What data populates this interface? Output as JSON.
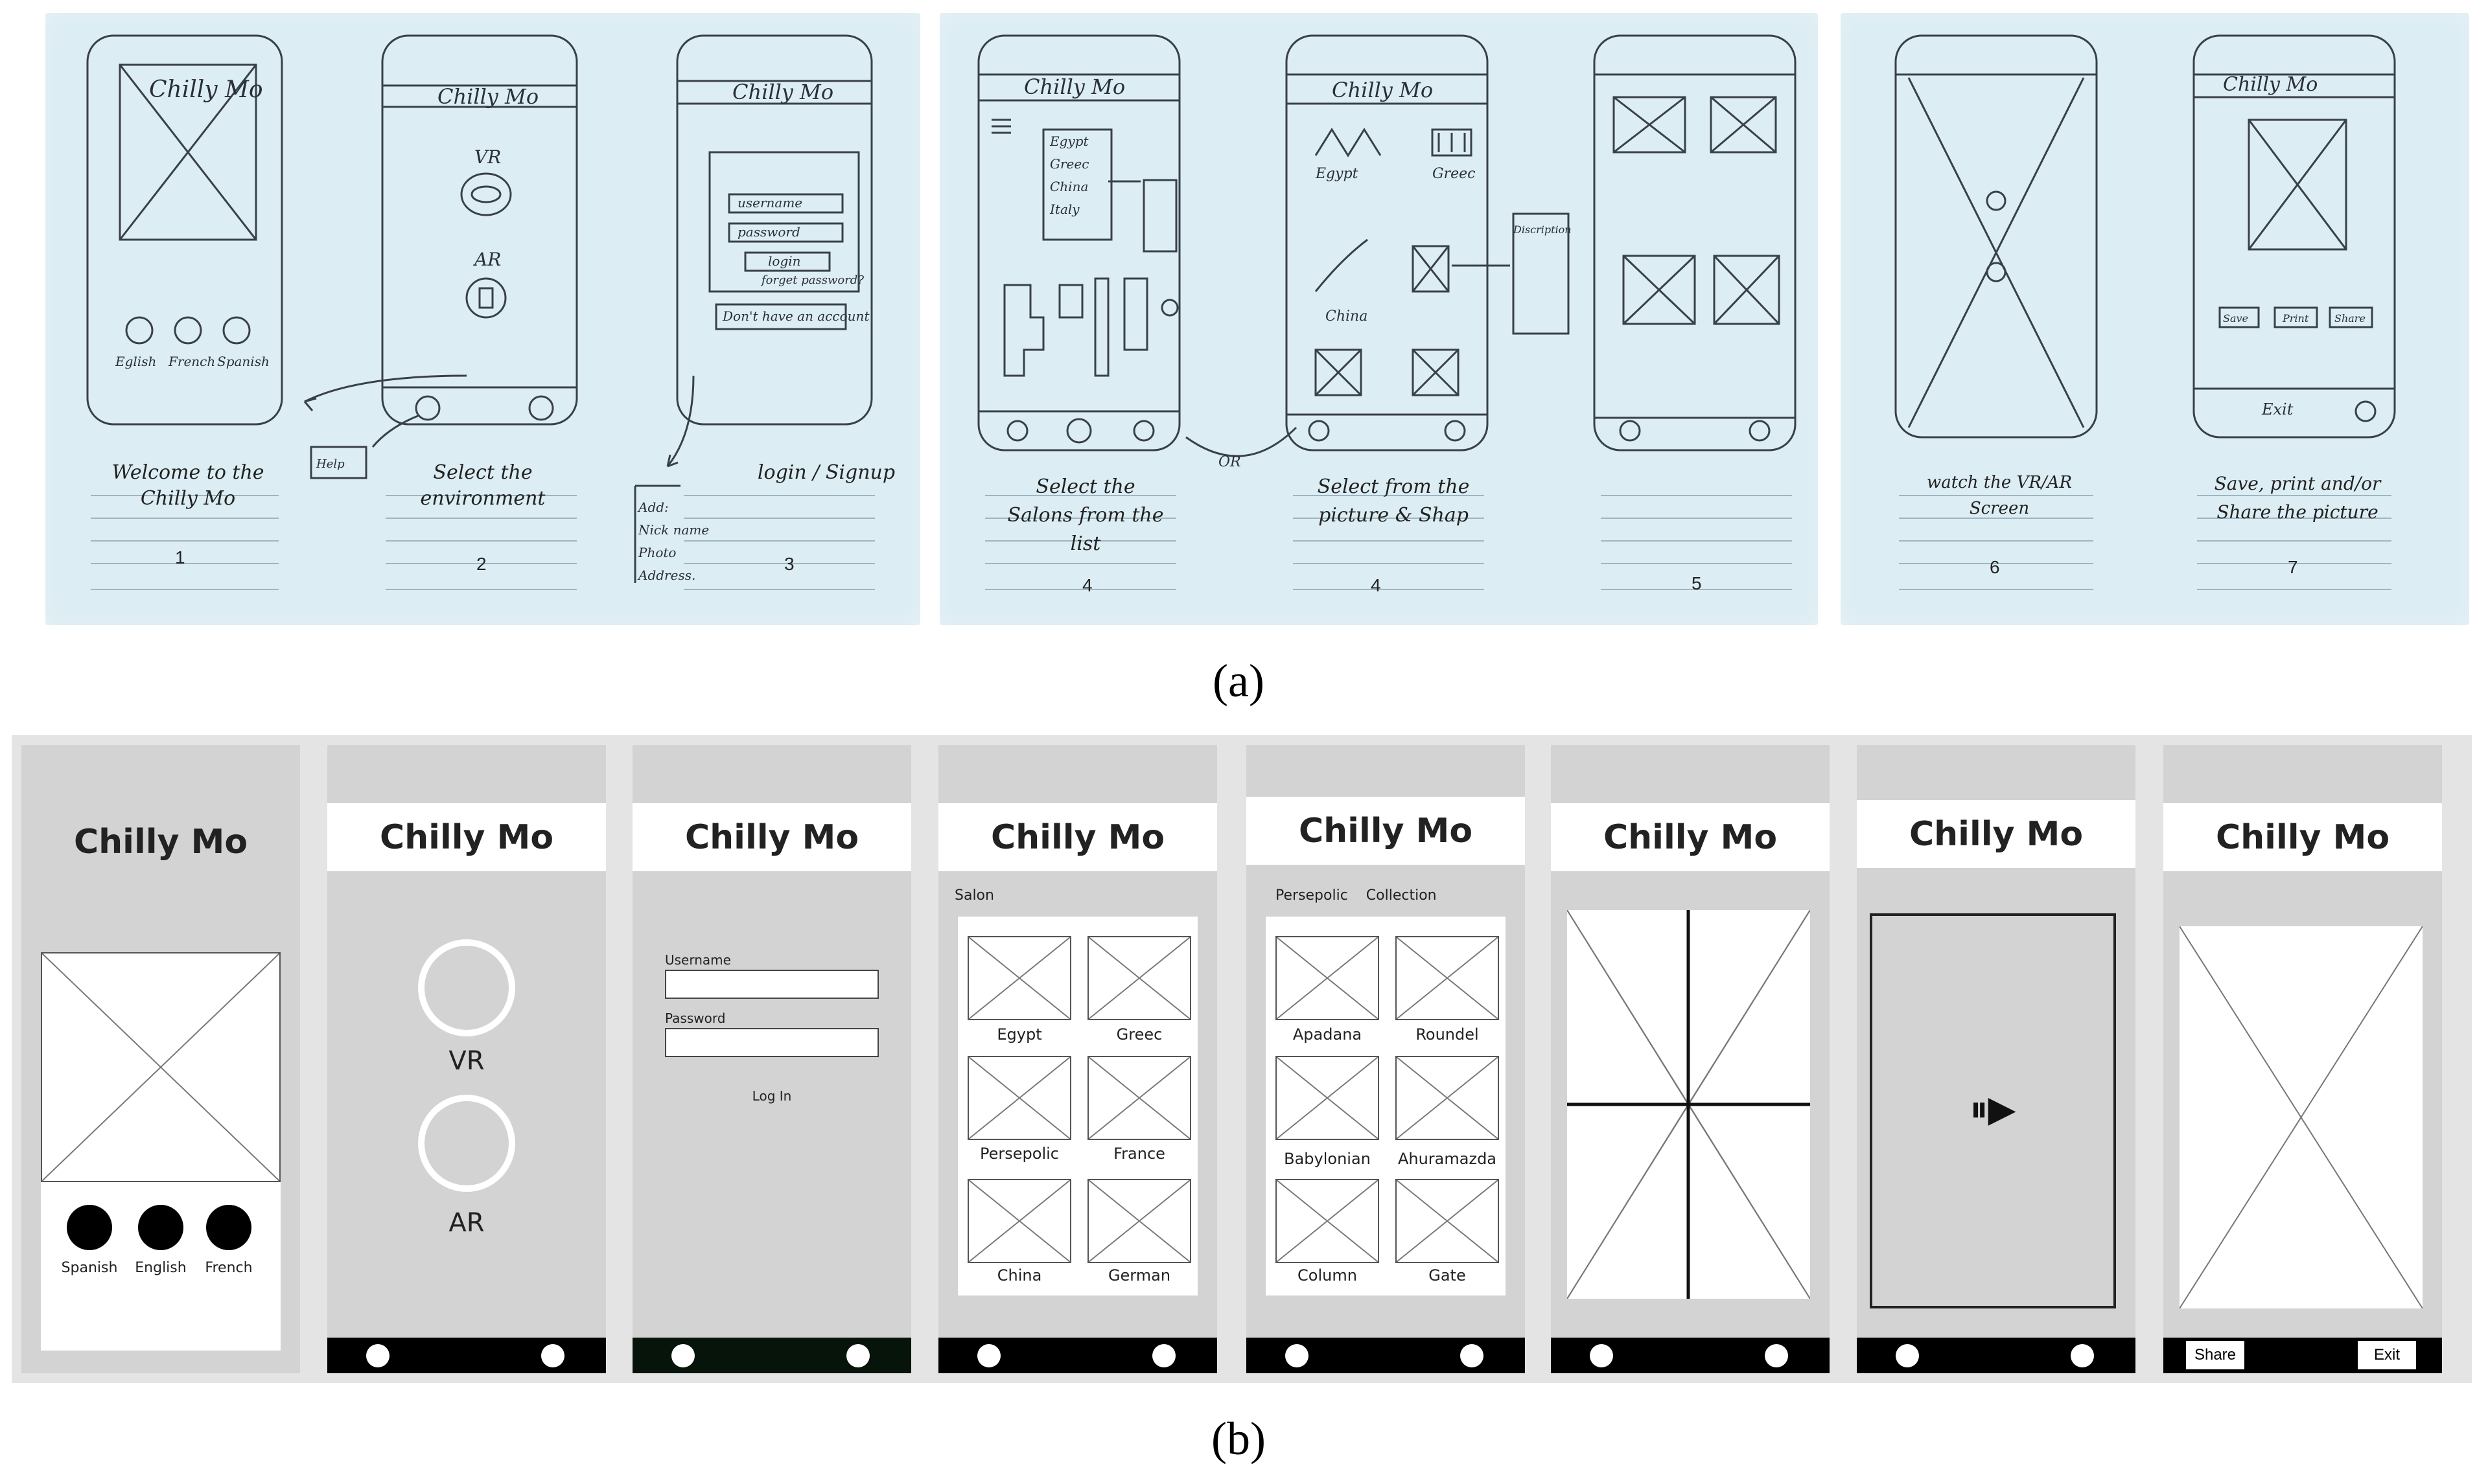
{
  "sketches": {
    "titles": [
      "Chilly Mo",
      "Chilly Mo",
      "Chilly Mo",
      "Chilly Mo",
      "Chilly Mo",
      "Chilly Mo"
    ],
    "s1_languages": [
      "Eglish",
      "French",
      "Spanish"
    ],
    "s2_modes": [
      "VR",
      "AR"
    ],
    "s3_fields": [
      "username",
      "password",
      "login"
    ],
    "s3_forgot": "forget password?",
    "s3_noaccount": "Don't have an account",
    "s4_list": [
      "Egypt",
      "Greec",
      "China",
      "Italy"
    ],
    "s4b_items": [
      "Egypt",
      "Greec",
      "China"
    ],
    "s4b_desc": "Discription",
    "s7_buttons": [
      "Save",
      "Print",
      "Share"
    ],
    "s7_exit": "Exit",
    "help": "Help",
    "or": "OR",
    "add_list": [
      "Add:",
      "Nick name",
      "Photo",
      "Address."
    ],
    "descriptions": [
      "Welcome to the Chilly Mo",
      "Select the environment",
      "login / Signup",
      "Select the Salons from the list",
      "Select from the picture & Shap",
      "",
      "watch the VR/AR Screen",
      "Save, print and/or Share the picture"
    ],
    "numbers": [
      "1",
      "2",
      "3",
      "4",
      "4",
      "5",
      "6",
      "7"
    ]
  },
  "captions": {
    "a": "(a)",
    "b": "(b)"
  },
  "wireframes": {
    "title": "Chilly Mo",
    "s1_languages": [
      "Spanish",
      "English",
      "French"
    ],
    "s2_modes": [
      "VR",
      "AR"
    ],
    "s3": {
      "username": "Username",
      "password": "Password",
      "login": "Log In"
    },
    "s4": {
      "section": "Salon",
      "items": [
        "Egypt",
        "Greec",
        "Persepolic",
        "France",
        "China",
        "German"
      ]
    },
    "s5": {
      "section": "Persepolic    Collection",
      "items": [
        "Apadana",
        "Roundel",
        "Babylonian",
        "Ahuramazda",
        "Column",
        "Gate"
      ]
    },
    "s7_controls": "⏸▶",
    "s8": {
      "share": "Share",
      "exit": "Exit"
    }
  }
}
